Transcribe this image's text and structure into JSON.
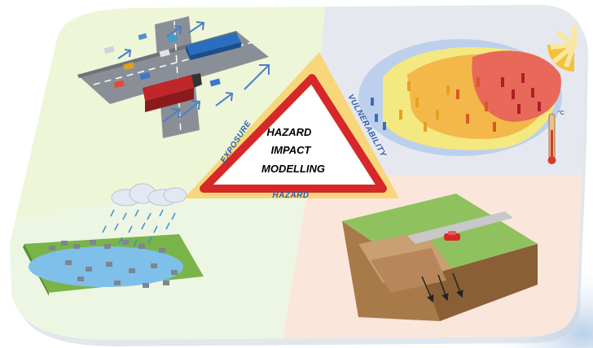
{
  "center": {
    "line1": "HAZARD",
    "line2": "IMPACT",
    "line3": "MODELLING"
  },
  "edges": {
    "left": "EXPOSURE",
    "right": "VULNERABILITY",
    "bottom": "HAZARD"
  },
  "thermometer_unit": "°C",
  "colors": {
    "triangle_border": "#d62828",
    "triangle_band": "#f7d77a",
    "edge_text": "#2a5fb0",
    "quad_top_left": "#eef6d8",
    "quad_top_right": "#e6e8f0",
    "quad_bottom_left": "#edf6e3",
    "quad_bottom_right": "#fbe6dc"
  }
}
